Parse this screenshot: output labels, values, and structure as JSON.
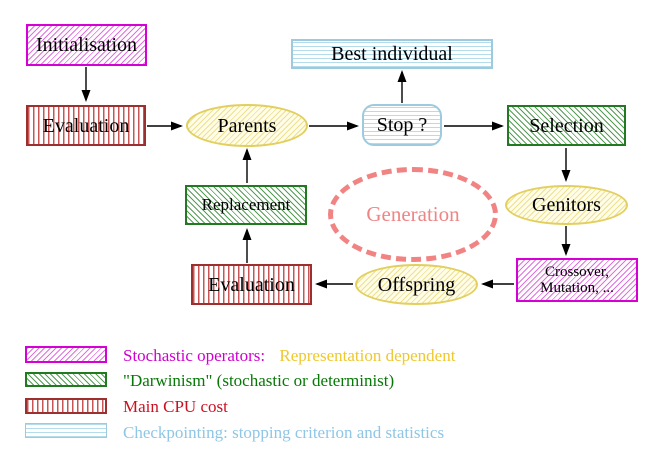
{
  "diagram": {
    "nodes": {
      "initialisation": "Initialisation",
      "evaluation_top": "Evaluation",
      "parents": "Parents",
      "best_individual": "Best individual",
      "stop": "Stop ?",
      "selection": "Selection",
      "replacement": "Replacement",
      "generation": "Generation",
      "genitors": "Genitors",
      "evaluation_bottom": "Evaluation",
      "offspring": "Offspring",
      "crossover_line1": "Crossover,",
      "crossover_line2": "Mutation, ..."
    },
    "connections": [
      {
        "from": "initialisation",
        "to": "evaluation_top"
      },
      {
        "from": "evaluation_top",
        "to": "parents"
      },
      {
        "from": "parents",
        "to": "stop"
      },
      {
        "from": "stop",
        "to": "best_individual"
      },
      {
        "from": "stop",
        "to": "selection"
      },
      {
        "from": "selection",
        "to": "genitors"
      },
      {
        "from": "genitors",
        "to": "crossover"
      },
      {
        "from": "crossover",
        "to": "offspring"
      },
      {
        "from": "offspring",
        "to": "evaluation_bottom"
      },
      {
        "from": "evaluation_bottom",
        "to": "replacement"
      },
      {
        "from": "replacement",
        "to": "parents"
      }
    ],
    "legend": {
      "row1_main": "Stochastic operators:",
      "row1_extra": "Representation dependent",
      "row2": "\"Darwinism\" (stochastic or determinist)",
      "row3": "Main CPU cost",
      "row4": "Checkpointing: stopping criterion and statistics"
    },
    "colors": {
      "magenta": "#d400d4",
      "dark_red": "#9e2f2f",
      "green": "#217a21",
      "light_blue": "#9dcade",
      "yellow": "#e3cf5e",
      "salmon": "#f18383",
      "magenta_text": "#cf00cf",
      "gold_text": "#eec82f",
      "green_text": "#077807",
      "red_text": "#cd1021",
      "light_blue_text": "#8fc6e6"
    }
  }
}
